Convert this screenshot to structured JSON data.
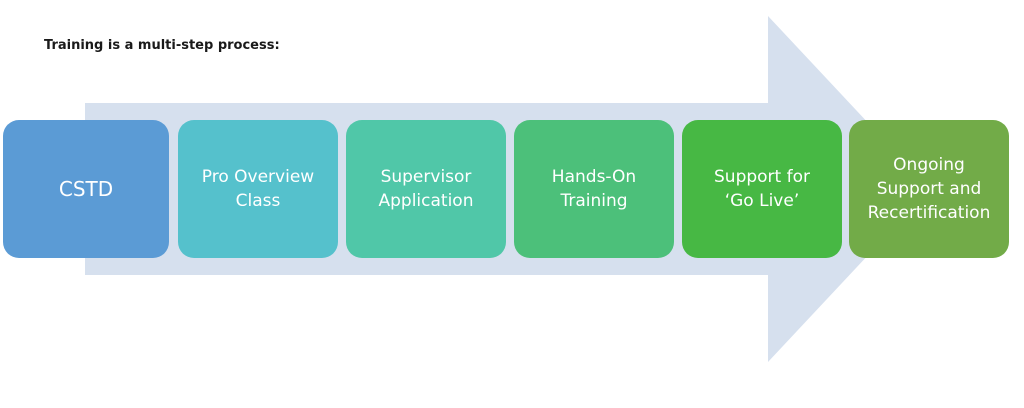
{
  "heading": "Training is a multi-step process:",
  "colors": {
    "arrow": "#d6e0ee",
    "steps": [
      "#5b9bd5",
      "#55c1cc",
      "#50c7a8",
      "#4cc07a",
      "#47b844",
      "#72ab48"
    ]
  },
  "steps": [
    {
      "label": "CSTD"
    },
    {
      "label": "Pro Overview\nClass"
    },
    {
      "label": "Supervisor\nApplication"
    },
    {
      "label": "Hands-On\nTraining"
    },
    {
      "label": "Support for\n‘Go Live’"
    },
    {
      "label": "Ongoing\nSupport and\nRecertification"
    }
  ]
}
